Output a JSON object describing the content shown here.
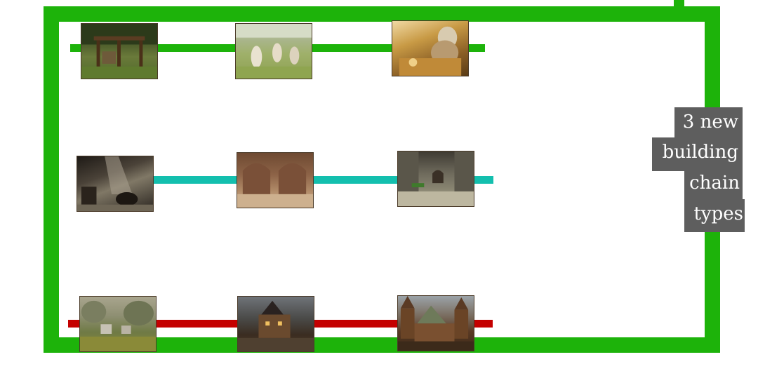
{
  "diagram": {
    "label_lines": [
      "3 new",
      "building",
      "chain",
      "types"
    ],
    "frame_color": "#1db30a",
    "rows": [
      {
        "line_color": "#1db30a",
        "tiles": [
          {
            "icon": "farm-shed-illustration"
          },
          {
            "icon": "field-workers-illustration"
          },
          {
            "icon": "craftsman-workshop-illustration"
          }
        ]
      },
      {
        "line_color": "#13bfae",
        "tiles": [
          {
            "icon": "dark-storehouse-illustration"
          },
          {
            "icon": "arched-hall-illustration"
          },
          {
            "icon": "stone-courtyard-illustration"
          }
        ]
      },
      {
        "line_color": "#c40000",
        "tiles": [
          {
            "icon": "misty-village-illustration"
          },
          {
            "icon": "timber-manor-illustration"
          },
          {
            "icon": "spired-town-illustration"
          }
        ]
      }
    ]
  }
}
